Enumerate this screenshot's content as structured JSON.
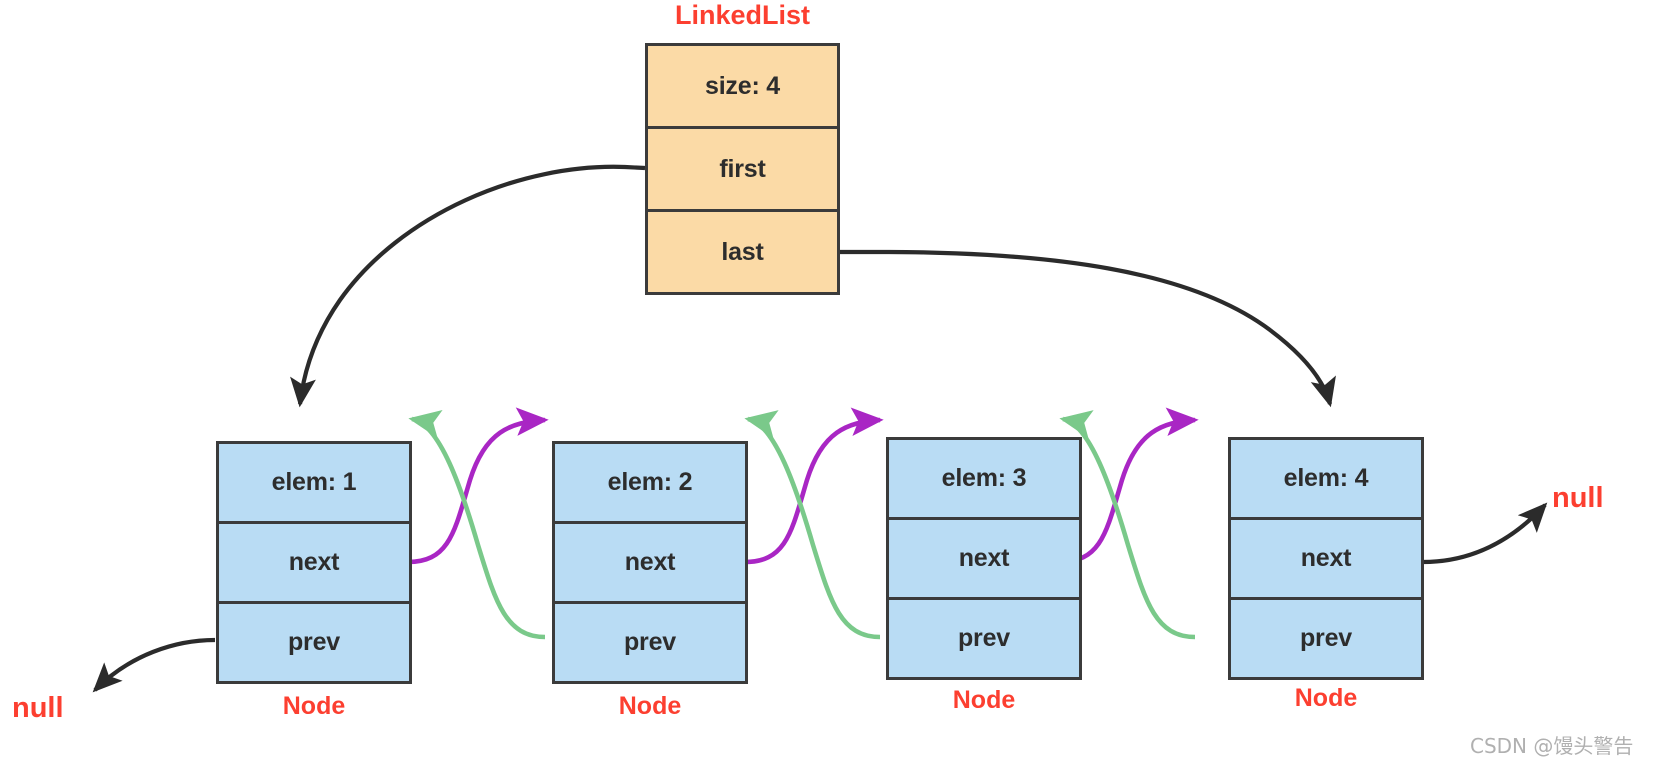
{
  "diagram": {
    "title": "LinkedList",
    "watermark": "CSDN @馒头警告",
    "colors": {
      "accent_red": "#fc3f30",
      "list_fill": "#fbdaa6",
      "node_fill": "#b9dcf4",
      "stroke": "#3b3b3b",
      "next_arrow": "#a926c4",
      "prev_arrow": "#7ac98a",
      "pointer_arrow": "#2b2b2b"
    }
  },
  "linkedlist": {
    "label": "LinkedList",
    "fields": [
      {
        "name": "size-field",
        "text": "size: 4"
      },
      {
        "name": "first-field",
        "text": "first"
      },
      {
        "name": "last-field",
        "text": "last"
      }
    ]
  },
  "nodes": [
    {
      "caption": "Node",
      "fields": [
        {
          "name": "elem-field",
          "text": "elem: 1"
        },
        {
          "name": "next-field",
          "text": "next"
        },
        {
          "name": "prev-field",
          "text": "prev"
        }
      ]
    },
    {
      "caption": "Node",
      "fields": [
        {
          "name": "elem-field",
          "text": "elem: 2"
        },
        {
          "name": "next-field",
          "text": "next"
        },
        {
          "name": "prev-field",
          "text": "prev"
        }
      ]
    },
    {
      "caption": "Node",
      "fields": [
        {
          "name": "elem-field",
          "text": "elem: 3"
        },
        {
          "name": "next-field",
          "text": "next"
        },
        {
          "name": "prev-field",
          "text": "prev"
        }
      ]
    },
    {
      "caption": "Node",
      "fields": [
        {
          "name": "elem-field",
          "text": "elem: 4"
        },
        {
          "name": "next-field",
          "text": "next"
        },
        {
          "name": "prev-field",
          "text": "prev"
        }
      ]
    }
  ],
  "terminals": {
    "head_prev_null": "null",
    "tail_next_null": "null"
  }
}
